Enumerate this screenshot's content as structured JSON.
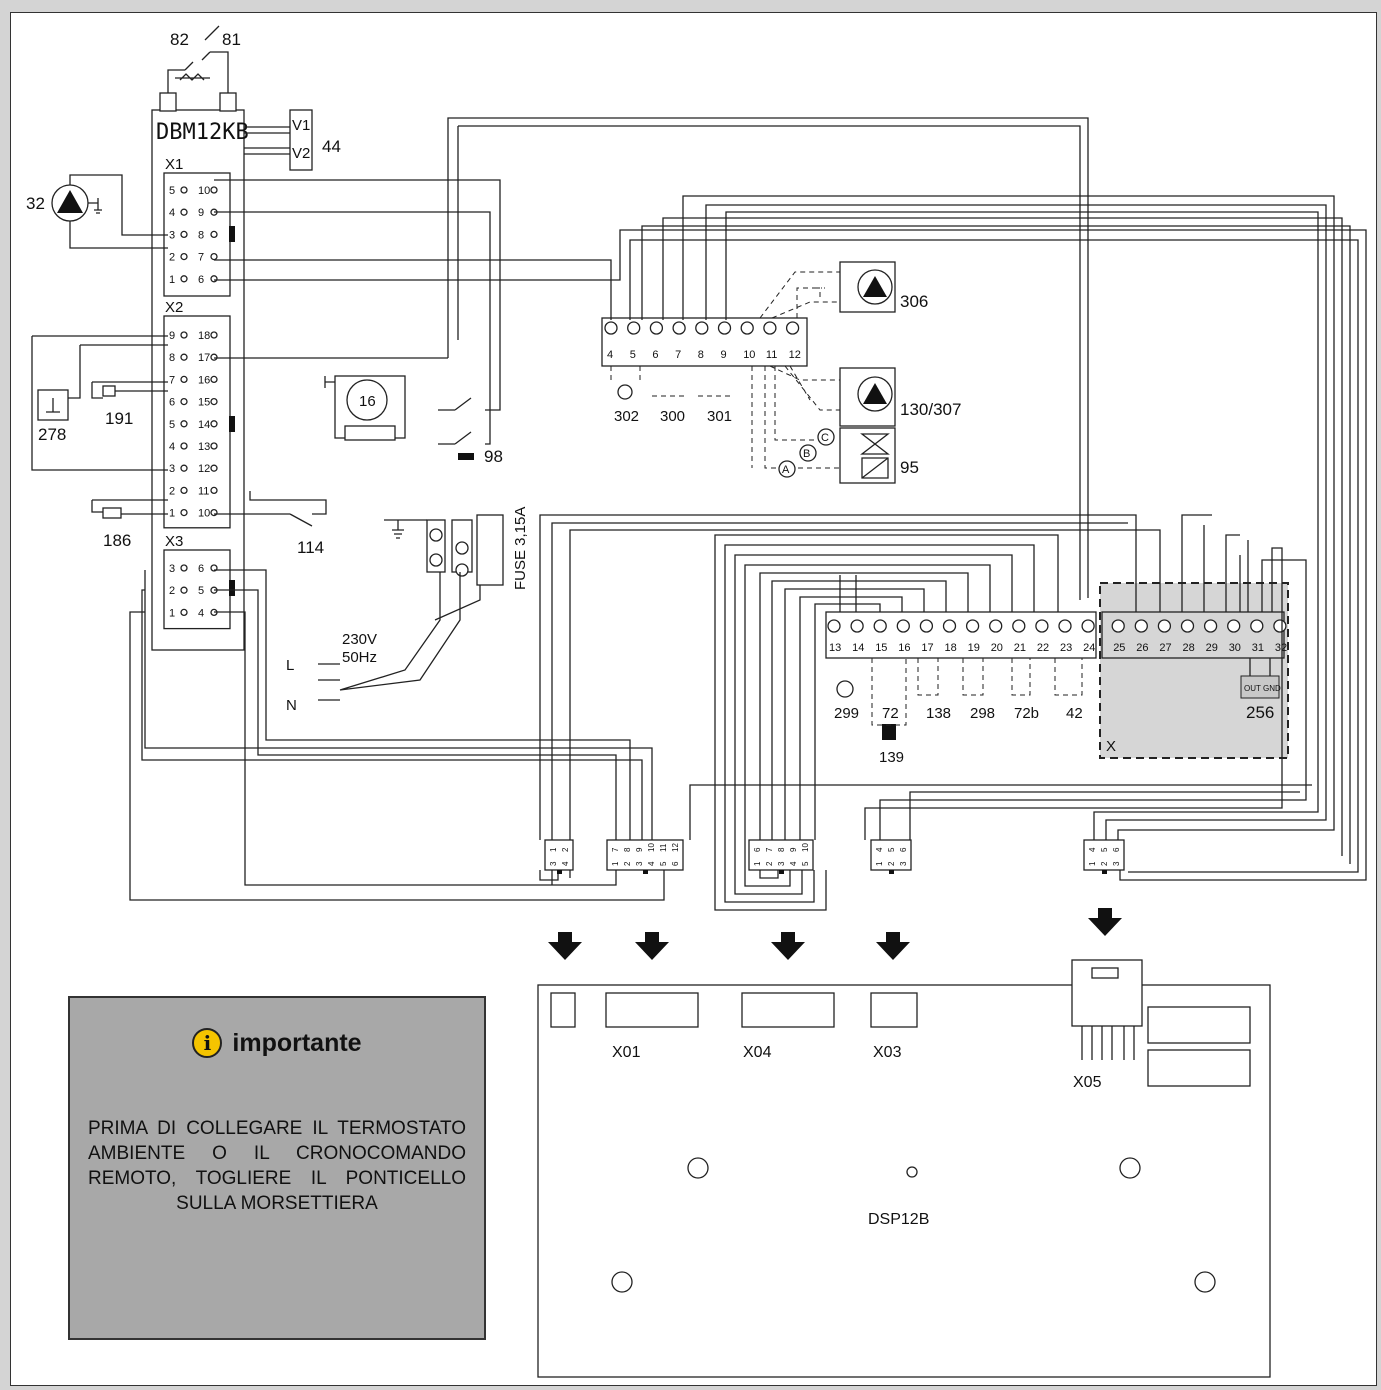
{
  "main_board": {
    "name": "DBM12KB",
    "connectors": [
      {
        "name": "X1",
        "left_pins": [
          "5",
          "4",
          "3",
          "2",
          "1"
        ],
        "right_pins": [
          "10",
          "9",
          "8",
          "7",
          "6"
        ]
      },
      {
        "name": "X2",
        "left_pins": [
          "9",
          "8",
          "7",
          "6",
          "5",
          "4",
          "3",
          "2",
          "1"
        ],
        "right_pins": [
          "18",
          "17",
          "16",
          "15",
          "14",
          "13",
          "12",
          "11",
          "10"
        ]
      },
      {
        "name": "X3",
        "left_pins": [
          "3",
          "2",
          "1"
        ],
        "right_pins": [
          "6",
          "5",
          "4"
        ]
      }
    ],
    "valve_labels": [
      "V1",
      "V2"
    ]
  },
  "component_labels": {
    "c82": "82",
    "c81": "81",
    "c44": "44",
    "c32": "32",
    "c16": "16",
    "c191": "191",
    "c278": "278",
    "c186": "186",
    "c114": "114",
    "c98": "98",
    "c306": "306",
    "c130": "130/307",
    "c95": "95",
    "c302": "302",
    "c300": "300",
    "c301": "301",
    "c299": "299",
    "c72": "72",
    "c138": "138",
    "c298": "298",
    "c72b": "72b",
    "c42": "42",
    "c139": "139",
    "c256": "256",
    "out_gnd": "OUT GND",
    "x_zone": "X"
  },
  "marks": {
    "A": "A",
    "B": "B",
    "C": "C"
  },
  "power": {
    "voltage": "230V",
    "frequency": "50Hz",
    "L": "L",
    "N": "N",
    "fuse": "FUSE 3,15A"
  },
  "terminal_strip_upper": [
    "4",
    "5",
    "6",
    "7",
    "8",
    "9",
    "10",
    "11",
    "12"
  ],
  "terminal_strip_lower": [
    "13",
    "14",
    "15",
    "16",
    "17",
    "18",
    "19",
    "20",
    "21",
    "22",
    "23",
    "24",
    "25",
    "26",
    "27",
    "28",
    "29",
    "30",
    "31",
    "32"
  ],
  "plugs": [
    {
      "top": [
        "1",
        "2"
      ],
      "bottom": [
        "3",
        "4"
      ]
    },
    {
      "top": [
        "7",
        "8",
        "9",
        "10",
        "11",
        "12"
      ],
      "bottom": [
        "1",
        "2",
        "3",
        "4",
        "5",
        "6"
      ]
    },
    {
      "top": [
        "6",
        "7",
        "8",
        "9",
        "10"
      ],
      "bottom": [
        "1",
        "2",
        "3",
        "4",
        "5"
      ]
    },
    {
      "top": [
        "4",
        "5",
        "6"
      ],
      "bottom": [
        "1",
        "2",
        "3"
      ]
    },
    {
      "top": [
        "4",
        "5",
        "6"
      ],
      "bottom": [
        "1",
        "2",
        "3"
      ]
    }
  ],
  "display_board": {
    "name": "DSP12B",
    "connectors": [
      "X01",
      "X04",
      "X03",
      "X05"
    ]
  },
  "notice": {
    "title": "importante",
    "icon": "info-icon",
    "text": "PRIMA DI COLLEGARE IL TERMOSTATO AMBIENTE O IL CRONOCOMANDO REMOTO, TOGLIERE IL PONTICELLO SULLA MORSETTIERA"
  }
}
